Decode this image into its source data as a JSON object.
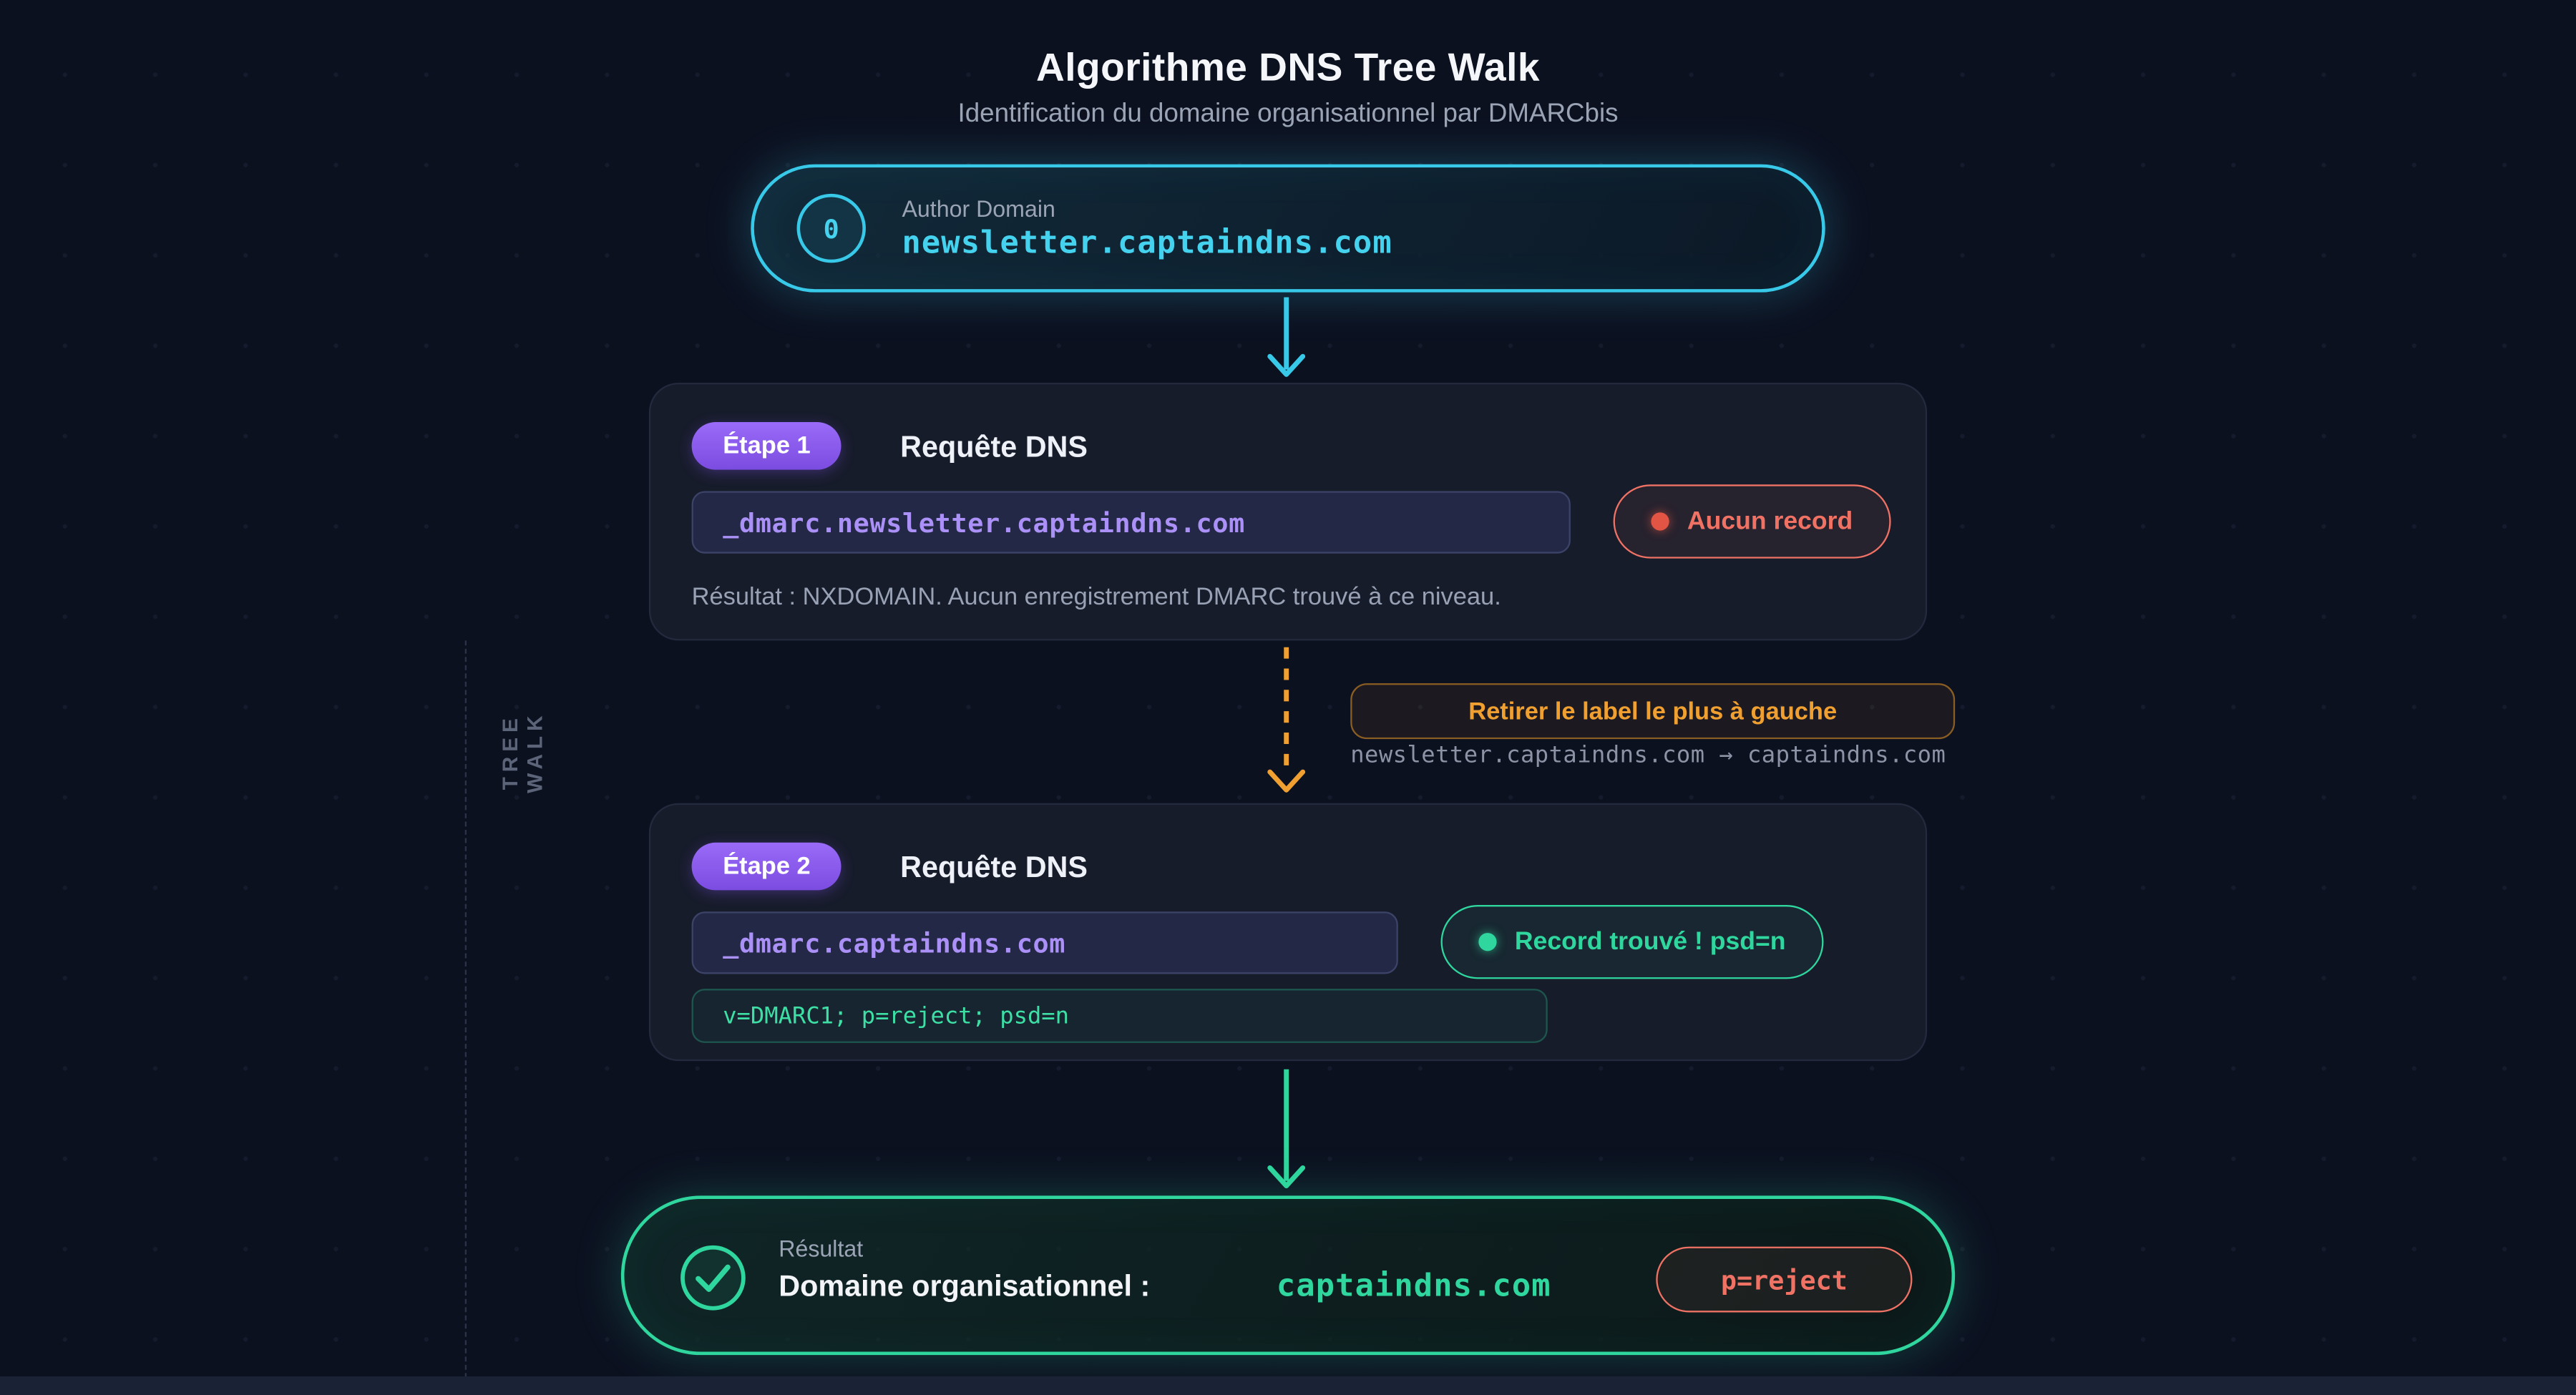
{
  "page": {
    "title": "Algorithme DNS Tree Walk",
    "subtitle": "Identification du domaine organisationnel par DMARCbis",
    "side_label": "TREE WALK"
  },
  "author": {
    "step_number": "0",
    "label": "Author Domain",
    "domain": "newsletter.captaindns.com"
  },
  "step1": {
    "badge": "Étape 1",
    "heading": "Requête DNS",
    "query": "_dmarc.newsletter.captaindns.com",
    "status_label": "Aucun record",
    "result": "Résultat : NXDOMAIN. Aucun enregistrement DMARC trouvé à ce niveau."
  },
  "transition": {
    "action": "Retirer le label le plus à gauche",
    "mapping": "newsletter.captaindns.com → captaindns.com"
  },
  "step2": {
    "badge": "Étape 2",
    "heading": "Requête DNS",
    "query": "_dmarc.captaindns.com",
    "status_label": "Record trouvé ! psd=n",
    "record": "v=DMARC1; p=reject; psd=n"
  },
  "result": {
    "label": "Résultat",
    "heading": "Domaine organisationnel :",
    "domain": "captaindns.com",
    "policy": "p=reject"
  },
  "colors": {
    "background": "#0c1120",
    "cyan": "#38c8e8",
    "purple": "#8b5cf6",
    "purple_text": "#ab90f7",
    "orange": "#f0a030",
    "green": "#2fd79e",
    "red": "#ef7264",
    "gray_text": "#9aa4b5",
    "card_bg": "#171c2b"
  }
}
